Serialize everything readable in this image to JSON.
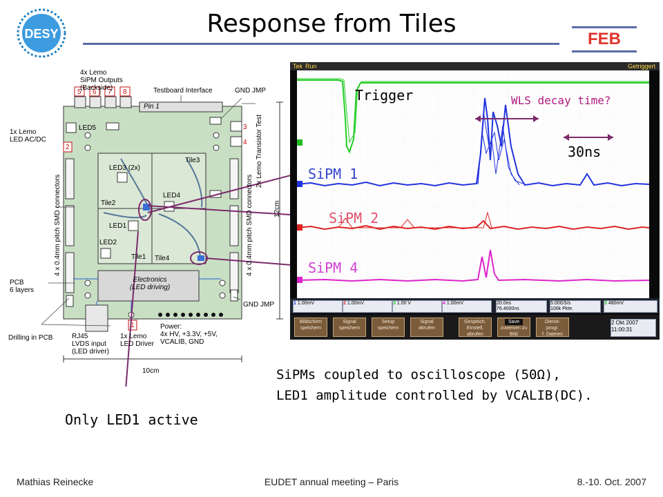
{
  "slide": {
    "title": "Response from Tiles",
    "feb_label": "FEB",
    "logo_text": "DESY"
  },
  "board": {
    "lemo_outputs": [
      "4x Lemo",
      "SiPM Outputs",
      "(Backside)"
    ],
    "lemo_pins": [
      "5",
      "6",
      "7",
      "8"
    ],
    "testboard_interface": "Testboard Interface",
    "gnd_jmp_top": "GND JMP",
    "pin1": "Pin 1",
    "lemo_led": [
      "1x Lemo",
      "LED AC/DC"
    ],
    "pin2": "2",
    "led5": "LED5",
    "led3": "LED3 (2x)",
    "led4": "LED4",
    "led1": "LED1",
    "led2": "LED2",
    "tile1": "Tile1",
    "tile2": "Tile2",
    "tile3": "Tile3",
    "tile4": "Tile4",
    "pin3": "3",
    "pin4": "4",
    "transistor_test": "2x Lemo Transistor Test",
    "smd_left": "4 x 0.4mm pitch SMD connectors",
    "smd_right": "4 x 0.4mm pitch SMD connectors",
    "dim_vertical": "12cm",
    "electronics": [
      "Electronics",
      "(LED driving)"
    ],
    "pcb": [
      "PCB",
      "6 layers"
    ],
    "drilling": "Drilling in PCB",
    "gnd_jmp_bottom": "GND JMP",
    "rj45": [
      "RJ45",
      "LVDS input",
      "(LED driver)"
    ],
    "lemo_driver": [
      "1x Lemo",
      "LED Driver"
    ],
    "pin1b": "1",
    "power": [
      "Power:",
      "4x HV, +3.3V, +5V,",
      "VCALIB, GND"
    ],
    "dim_horizontal": "10cm"
  },
  "oscilloscope": {
    "mode": "Run",
    "brand": "Tek",
    "trigger_state": "Getriggert",
    "channels": [
      {
        "num": "1",
        "scale": "1.00mV",
        "color": "#2233dd"
      },
      {
        "num": "2",
        "scale": "1.00mV",
        "color": "#dd2222"
      },
      {
        "num": "3",
        "scale": "1.00 V",
        "color": "#22bb22"
      },
      {
        "num": "4",
        "scale": "1.00mV",
        "color": "#dd22cc"
      }
    ],
    "timebase": "20.0ns",
    "delay": "76.4000ns",
    "sample_rate": "5.00GS/s",
    "points": "100k Pkte.",
    "trig_ch": "3",
    "trig_level": "480mV",
    "date": "2 Okt 2007",
    "time": "11:00:31",
    "save_badge": "Save",
    "softkeys": [
      [
        "Bildschirm",
        "speichern"
      ],
      [
        "Signal",
        "speichern"
      ],
      [
        "Setup",
        "speichern"
      ],
      [
        "Signal",
        "abrufen"
      ],
      [
        "Gespeich.",
        "Einstell.",
        "abrufen"
      ],
      [
        "zuweisen zu",
        "Bild"
      ],
      [
        "Dienst-",
        "progr.",
        "f. Dateien"
      ]
    ]
  },
  "annotations": {
    "trigger": "Trigger",
    "wls": "WLS decay time?",
    "time30": "30ns",
    "sipm1": "SiPM 1",
    "sipm2": "SiPM 2",
    "sipm4": "SiPM 4",
    "only_led1": "Only LED1 active",
    "caption_line1": "SiPMs coupled to oscilloscope (50Ω),",
    "caption_line2": "LED1 amplitude controlled by VCALIB(DC)."
  },
  "footer": {
    "author": "Mathias Reinecke",
    "event": "EUDET annual meeting – Paris",
    "date": "8.-10. Oct. 2007"
  },
  "colors": {
    "sipm1": "#3344cc",
    "sipm2": "#e0506a",
    "sipm4": "#d040d0",
    "accent_line": "#5a6aa8",
    "feb": "#e0352b",
    "wls_arrow": "#7a2a6a"
  }
}
